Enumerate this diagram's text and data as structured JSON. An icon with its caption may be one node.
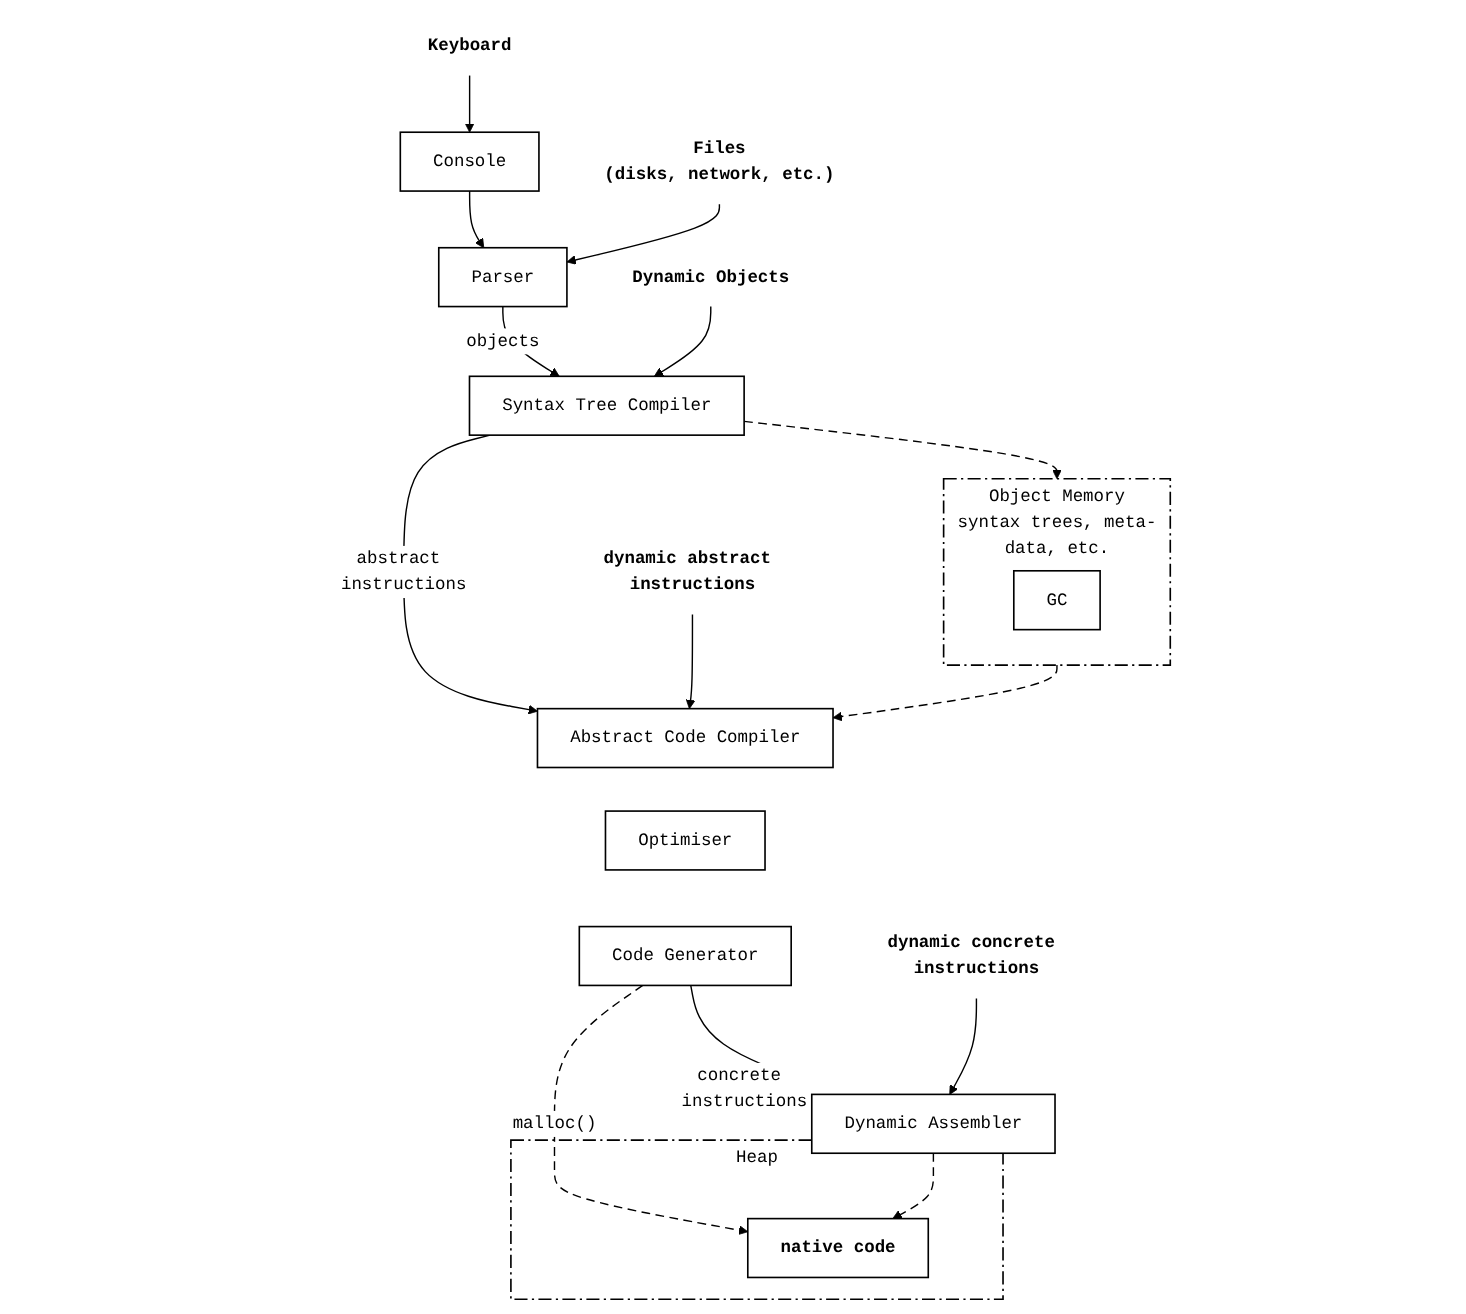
{
  "diagram": {
    "nodes": [
      {
        "text": [
          "Keyboard"
        ]
      },
      {
        "text": [
          "Console"
        ]
      },
      {
        "text": [
          "Files",
          "(disks, network, etc.)"
        ]
      },
      {
        "text": [
          "Parser"
        ]
      },
      {
        "text": [
          "Dynamic Objects"
        ]
      },
      {
        "text": [
          "Syntax Tree Compiler"
        ]
      },
      {
        "text": [
          "Object Memory",
          "syntax trees, meta-data, etc."
        ]
      },
      {
        "text": [
          "GC"
        ],
        "in": 6
      },
      {
        "text": [
          "dynamic abstract instructions"
        ]
      },
      {
        "text": [
          "Abstract Code Compiler"
        ]
      },
      {
        "text": [
          "Optimiser"
        ]
      },
      {
        "text": [
          "Code Generator"
        ]
      },
      {
        "text": [
          "Heap"
        ]
      },
      {
        "text": [
          "native code"
        ],
        "in": 12
      },
      {
        "text": [
          "dynamic concrete instructions"
        ]
      },
      {
        "text": [
          "Dynamic Assembler"
        ]
      }
    ],
    "edges": [
      {
        "from": 0,
        "to": 1,
        "arrow": "to"
      },
      {
        "from": 1,
        "to": 3,
        "arrow": "to"
      },
      {
        "from": 2,
        "to": 3,
        "arrow": "to"
      },
      {
        "from": 3,
        "to": 5,
        "arrow": "to",
        "label": "objects"
      },
      {
        "from": 4,
        "to": 5,
        "arrow": "to"
      },
      {
        "from": 5,
        "to": 6,
        "arrow": "to",
        "style": "dashed"
      },
      {
        "from": 5,
        "to": 9,
        "arrow": "to",
        "label": "abstract instructions"
      },
      {
        "from": 8,
        "to": 9,
        "arrow": "to"
      },
      {
        "from": 6,
        "to": 9,
        "arrow": "to",
        "style": "dashed"
      },
      {
        "from": 11,
        "to": 15,
        "arrow": "to",
        "label": "concrete instructions"
      },
      {
        "from": 11,
        "to": 13,
        "arrow": "to",
        "style": "dashed",
        "label": "malloc()"
      },
      {
        "from": 14,
        "to": 15,
        "arrow": "to"
      },
      {
        "from": 15,
        "to": 13,
        "arrow": "to",
        "style": "dashed"
      }
    ]
  }
}
